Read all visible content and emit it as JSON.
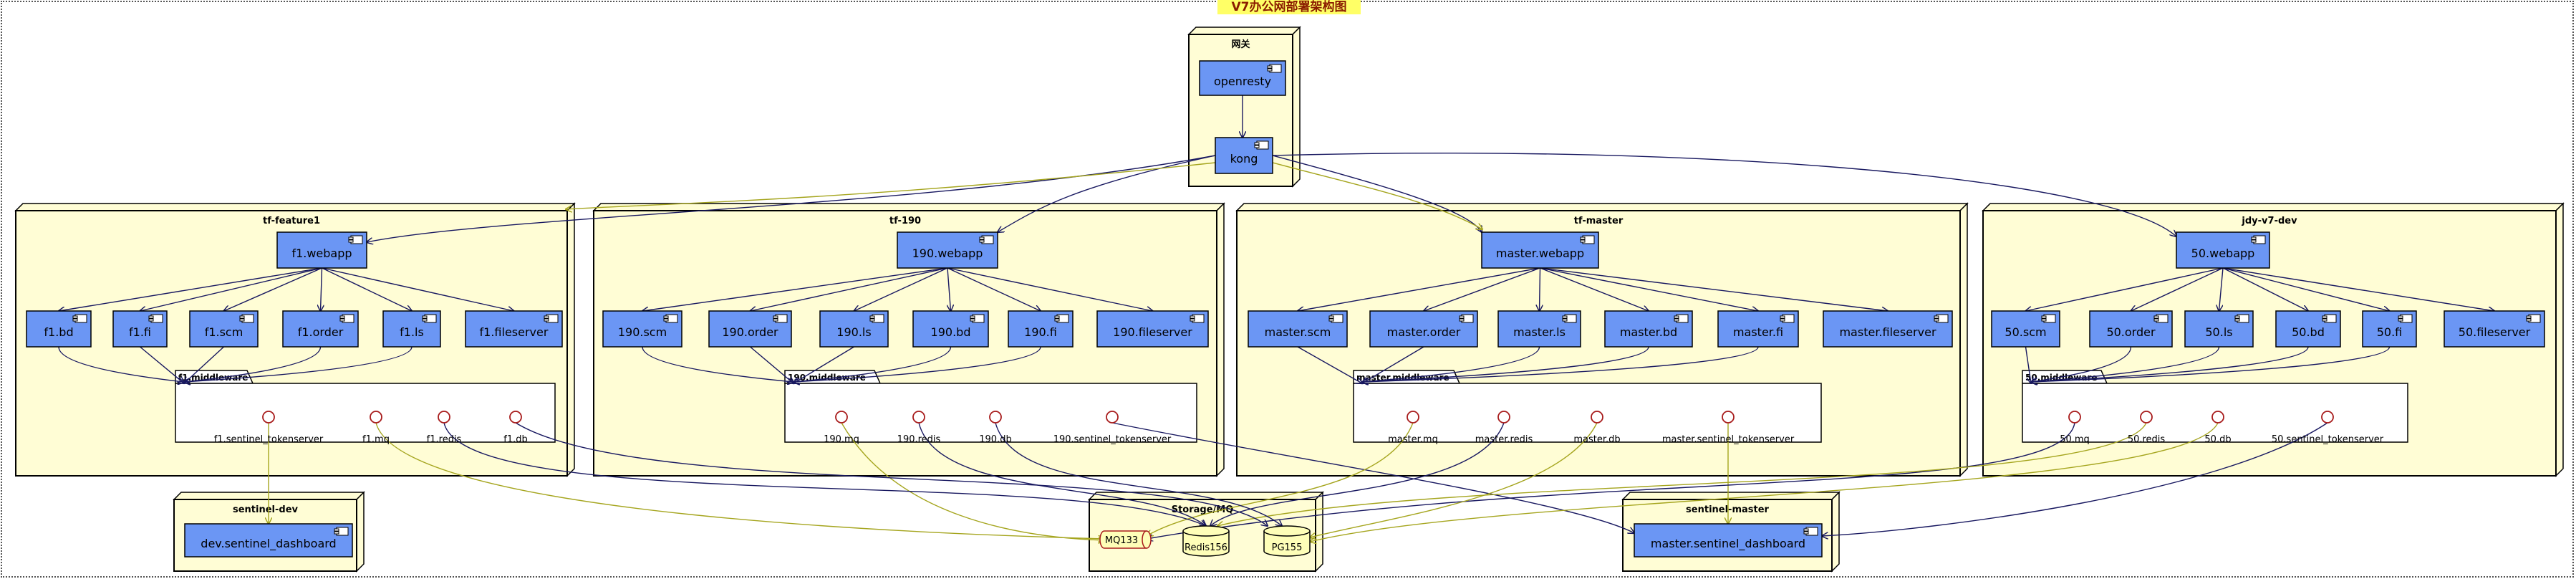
{
  "title": "V7办公网部署架构图",
  "colors": {
    "node_fill": "#fffdd5",
    "component_fill": "#6b96f4",
    "edge_gold": "#a5a51e",
    "edge_navy": "#181860",
    "storage_fill": "#fefeb8",
    "interface_stroke": "#a81c1c"
  },
  "gateway": {
    "title": "网关",
    "components": {
      "openresty": "openresty",
      "kong": "kong"
    }
  },
  "envs": {
    "f1": {
      "title": "tf-feature1",
      "webapp": "f1.webapp",
      "services": {
        "bd": "f1.bd",
        "fi": "f1.fi",
        "scm": "f1.scm",
        "order": "f1.order",
        "ls": "f1.ls",
        "fileserver": "f1.fileserver"
      },
      "middleware": {
        "title": "f1.middleware",
        "ifaces": {
          "sentinel": "f1.sentinel_tokenserver",
          "mq": "f1.mq",
          "redis": "f1.redis",
          "db": "f1.db"
        }
      }
    },
    "e190": {
      "title": "tf-190",
      "webapp": "190.webapp",
      "services": {
        "scm": "190.scm",
        "order": "190.order",
        "ls": "190.ls",
        "bd": "190.bd",
        "fi": "190.fi",
        "fileserver": "190.fileserver"
      },
      "middleware": {
        "title": "190.middleware",
        "ifaces": {
          "mq": "190.mq",
          "redis": "190.redis",
          "db": "190.db",
          "sentinel": "190.sentinel_tokenserver"
        }
      }
    },
    "master": {
      "title": "tf-master",
      "webapp": "master.webapp",
      "services": {
        "scm": "master.scm",
        "order": "master.order",
        "ls": "master.ls",
        "bd": "master.bd",
        "fi": "master.fi",
        "fileserver": "master.fileserver"
      },
      "middleware": {
        "title": "master.middleware",
        "ifaces": {
          "mq": "master.mq",
          "redis": "master.redis",
          "db": "master.db",
          "sentinel": "master.sentinel_tokenserver"
        }
      }
    },
    "e50": {
      "title": "jdy-v7-dev",
      "webapp": "50.webapp",
      "services": {
        "scm": "50.scm",
        "order": "50.order",
        "ls": "50.ls",
        "bd": "50.bd",
        "fi": "50.fi",
        "fileserver": "50.fileserver"
      },
      "middleware": {
        "title": "50.middleware",
        "ifaces": {
          "mq": "50.mq",
          "redis": "50.redis",
          "db": "50.db",
          "sentinel": "50.sentinel_tokenserver"
        }
      }
    }
  },
  "sentinel_dev": {
    "title": "sentinel-dev",
    "dashboard": "dev.sentinel_dashboard"
  },
  "sentinel_master": {
    "title": "sentinel-master",
    "dashboard": "master.sentinel_dashboard"
  },
  "storage": {
    "title": "Storage/MQ",
    "mq": "MQ133",
    "redis": "Redis156",
    "pg": "PG155"
  }
}
